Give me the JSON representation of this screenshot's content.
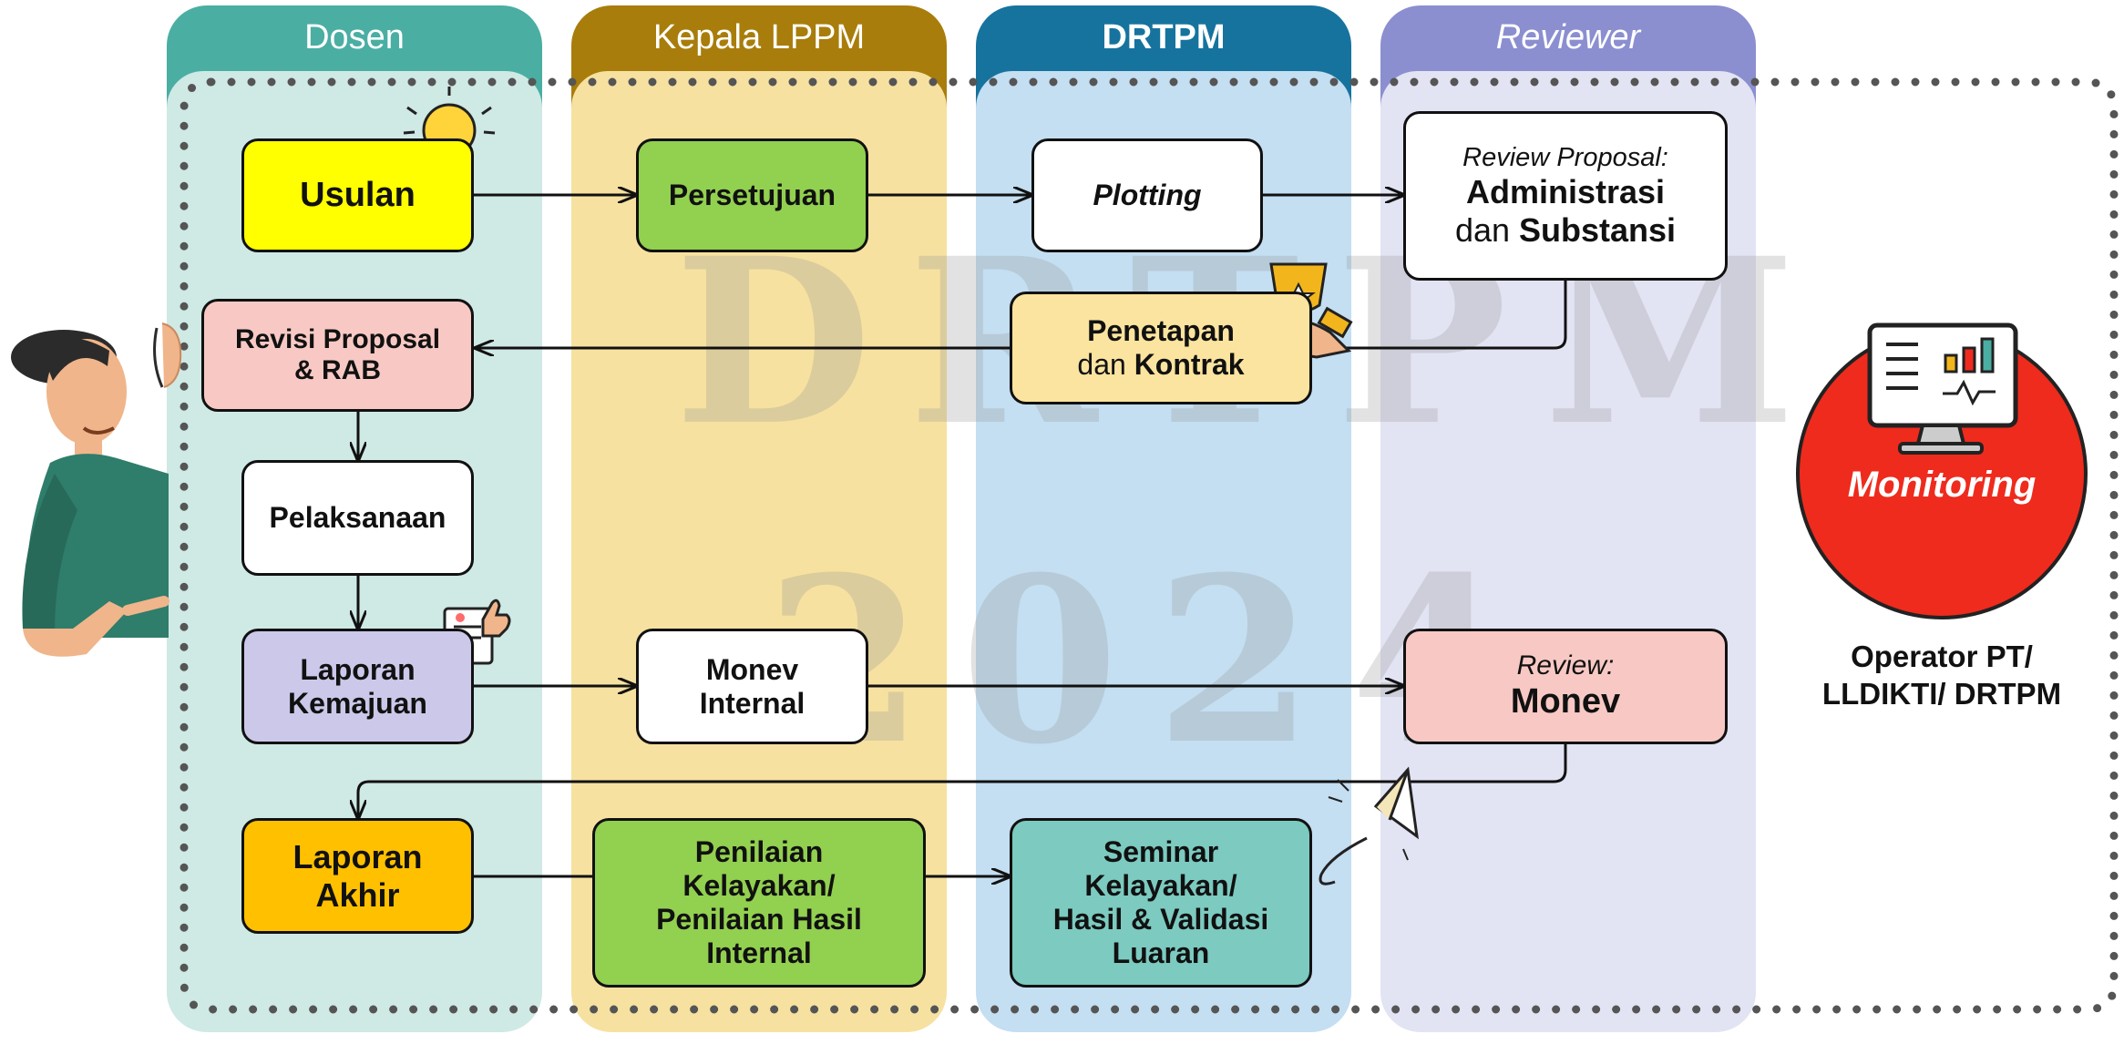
{
  "lanes": [
    {
      "label": "Dosen",
      "header_color": "#4aaea3",
      "body_color": "#cfe9e5"
    },
    {
      "label": "Kepala LPPM",
      "header_color": "#a87d0b",
      "body_color": "#f6e1a0"
    },
    {
      "label": "DRTPM",
      "header_color": "#16739e",
      "body_color": "#c4def2"
    },
    {
      "label": "Reviewer",
      "header_color": "#8b8fd0",
      "body_color": "#e2e3f3"
    }
  ],
  "watermark": {
    "line1": "DRTPM",
    "line2": "2024"
  },
  "nodes": {
    "usulan": {
      "label": "Usulan"
    },
    "persetujuan": {
      "label": "Persetujuan"
    },
    "plotting": {
      "label": "Plotting"
    },
    "review_proposal": {
      "line1": "Review Proposal:",
      "line2": "Administrasi",
      "line3_a": "dan ",
      "line3_b": "Substansi"
    },
    "revisi": {
      "line1": "Revisi Proposal",
      "line2": "& RAB"
    },
    "penetapan": {
      "line1": "Penetapan",
      "line2_a": "dan ",
      "line2_b": "Kontrak"
    },
    "pelaksanaan": {
      "label": "Pelaksanaan"
    },
    "laporan_kemajuan": {
      "line1": "Laporan",
      "line2": "Kemajuan"
    },
    "monev_internal": {
      "line1": "Monev",
      "line2": "Internal"
    },
    "review_monev": {
      "line1": "Review:",
      "line2": "Monev"
    },
    "laporan_akhir": {
      "line1": "Laporan",
      "line2": "Akhir"
    },
    "penilaian": {
      "line1": "Penilaian",
      "line2": "Kelayakan/",
      "line3": "Penilaian Hasil",
      "line4": "Internal"
    },
    "seminar": {
      "line1": "Seminar",
      "line2": "Kelayakan/",
      "line3": "Hasil & Validasi",
      "line4": "Luaran"
    }
  },
  "monitoring": {
    "label": "Monitoring",
    "color": "#ee2b1d",
    "caption_line1": "Operator PT/",
    "caption_line2": "LLDIKTI/ DRTPM"
  },
  "icons": [
    "lightbulb-icon",
    "trophy-icon",
    "document-thumbs-up-icon",
    "paper-plane-icon",
    "monitor-chart-icon",
    "person-pointing-illustration"
  ]
}
